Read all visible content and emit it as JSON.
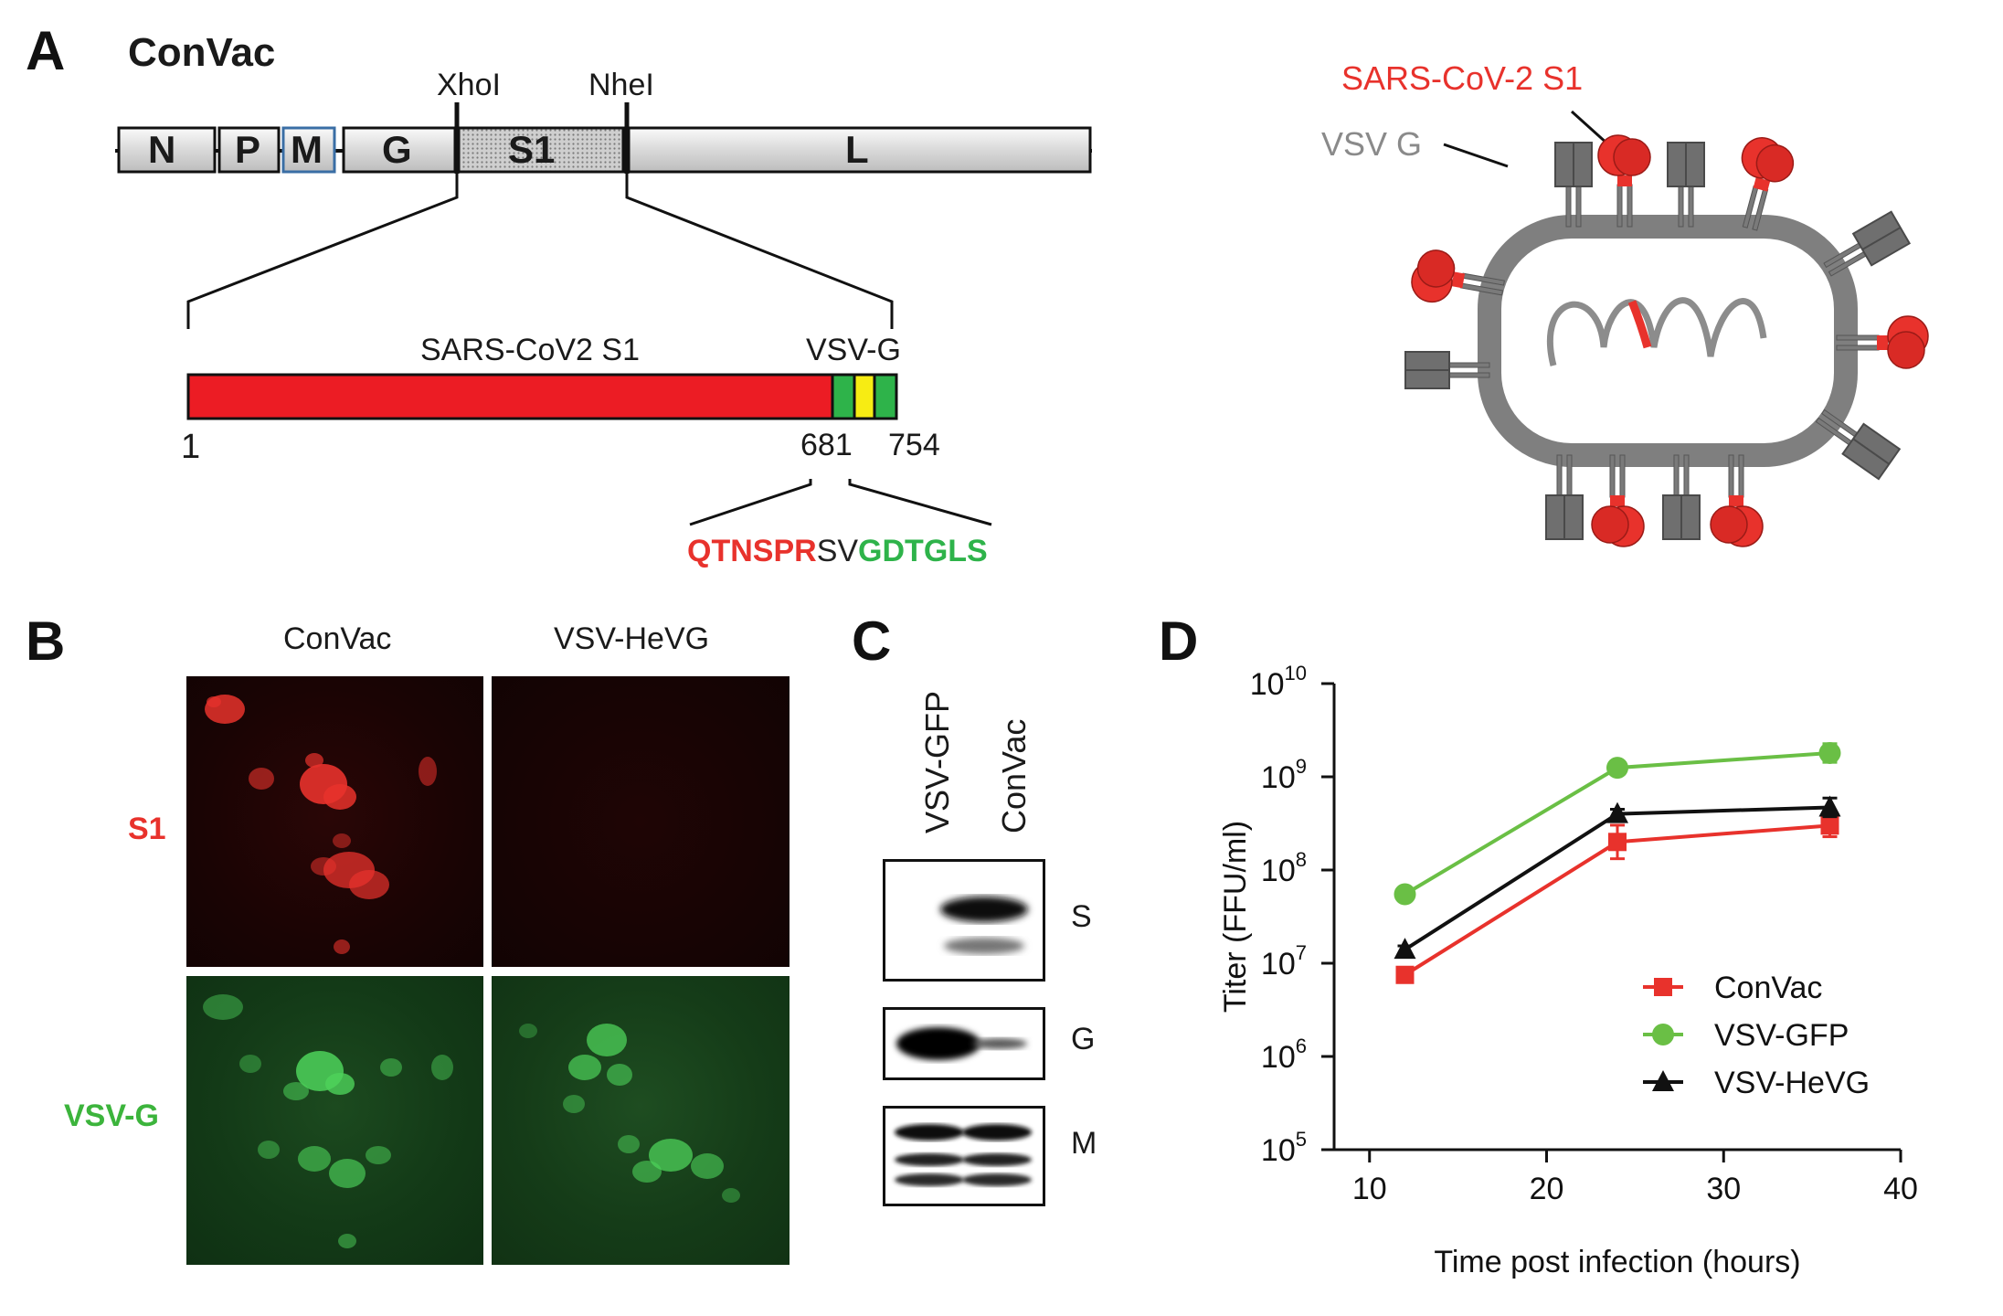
{
  "panels": {
    "a": "A",
    "b": "B",
    "c": "C",
    "d": "D"
  },
  "panel_a": {
    "construct_name": "ConVac",
    "restriction_sites": [
      "XhoI",
      "NheI"
    ],
    "genes": [
      "N",
      "P",
      "M",
      "G",
      "S1",
      "L"
    ],
    "insert_labels": {
      "s1": "SARS-CoV2 S1",
      "vsvg": "VSV-G"
    },
    "positions": {
      "start": "1",
      "junction": "681",
      "end": "754"
    },
    "junction_sequence": {
      "red": "QTNSPR",
      "black": "SV",
      "green": "GDTGLS"
    },
    "virion": {
      "s1_label": "SARS-CoV-2 S1",
      "g_label": "VSV G"
    }
  },
  "panel_b": {
    "columns": [
      "ConVac",
      "VSV-HeVG"
    ],
    "rows": [
      "S1",
      "VSV-G"
    ],
    "colors": {
      "s1": "#e8322c",
      "vsvg": "#3cb43c"
    }
  },
  "panel_c": {
    "lanes": [
      "VSV-GFP",
      "ConVac"
    ],
    "bands": [
      "S",
      "G",
      "M"
    ]
  },
  "chart_data": {
    "type": "line",
    "xlabel": "Time post infection (hours)",
    "ylabel": "Titer (FFU/ml)",
    "xlim": [
      8,
      40
    ],
    "ylim": [
      100000,
      10000000000
    ],
    "yscale": "log",
    "xticks": [
      "10",
      "20",
      "30",
      "40"
    ],
    "ytick_base": "10",
    "ytick_exponents": [
      "5",
      "6",
      "7",
      "8",
      "9",
      "10"
    ],
    "legend_position": "lower-right",
    "series": [
      {
        "name": "ConVac",
        "color": "#e8322c",
        "marker": "square",
        "x": [
          12,
          24,
          36
        ],
        "y": [
          7500000,
          200000000,
          300000000
        ],
        "err": [
          0.05,
          0.18,
          0.12
        ]
      },
      {
        "name": "VSV-GFP",
        "color": "#6abf45",
        "marker": "circle",
        "x": [
          12,
          24,
          36
        ],
        "y": [
          55000000,
          1250000000,
          1800000000
        ],
        "err": [
          0.04,
          0.05,
          0.1
        ]
      },
      {
        "name": "VSV-HeVG",
        "color": "#111111",
        "marker": "triangle",
        "x": [
          12,
          24,
          36
        ],
        "y": [
          14000000,
          400000000,
          470000000
        ],
        "err": [
          0.04,
          0.05,
          0.1
        ]
      }
    ]
  }
}
